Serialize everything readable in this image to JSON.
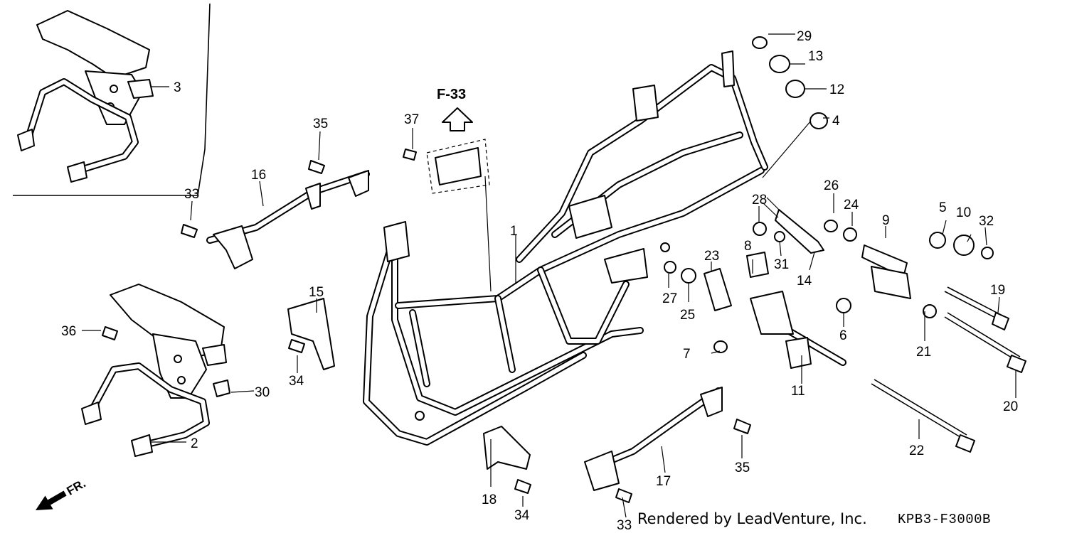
{
  "diagram": {
    "reference_label": "F-33",
    "direction_label": "FR.",
    "credit": "Rendered by LeadVenture, Inc.",
    "diagram_code": "KPB3-F3000B",
    "callouts": [
      {
        "id": "1",
        "label": "1"
      },
      {
        "id": "2",
        "label": "2"
      },
      {
        "id": "3",
        "label": "3"
      },
      {
        "id": "4",
        "label": "4"
      },
      {
        "id": "5",
        "label": "5"
      },
      {
        "id": "6",
        "label": "6"
      },
      {
        "id": "7",
        "label": "7"
      },
      {
        "id": "8",
        "label": "8"
      },
      {
        "id": "9",
        "label": "9"
      },
      {
        "id": "10",
        "label": "10"
      },
      {
        "id": "11",
        "label": "11"
      },
      {
        "id": "12",
        "label": "12"
      },
      {
        "id": "13",
        "label": "13"
      },
      {
        "id": "14",
        "label": "14"
      },
      {
        "id": "15",
        "label": "15"
      },
      {
        "id": "16",
        "label": "16"
      },
      {
        "id": "17",
        "label": "17"
      },
      {
        "id": "18",
        "label": "18"
      },
      {
        "id": "19",
        "label": "19"
      },
      {
        "id": "20",
        "label": "20"
      },
      {
        "id": "21",
        "label": "21"
      },
      {
        "id": "22",
        "label": "22"
      },
      {
        "id": "23",
        "label": "23"
      },
      {
        "id": "24",
        "label": "24"
      },
      {
        "id": "25",
        "label": "25"
      },
      {
        "id": "26",
        "label": "26"
      },
      {
        "id": "27",
        "label": "27"
      },
      {
        "id": "28",
        "label": "28"
      },
      {
        "id": "29",
        "label": "29"
      },
      {
        "id": "30",
        "label": "30"
      },
      {
        "id": "31",
        "label": "31"
      },
      {
        "id": "32",
        "label": "32"
      },
      {
        "id": "33a",
        "label": "33"
      },
      {
        "id": "33b",
        "label": "33"
      },
      {
        "id": "34a",
        "label": "34"
      },
      {
        "id": "34b",
        "label": "34"
      },
      {
        "id": "35a",
        "label": "35"
      },
      {
        "id": "35b",
        "label": "35"
      },
      {
        "id": "36",
        "label": "36"
      },
      {
        "id": "37",
        "label": "37"
      }
    ]
  }
}
